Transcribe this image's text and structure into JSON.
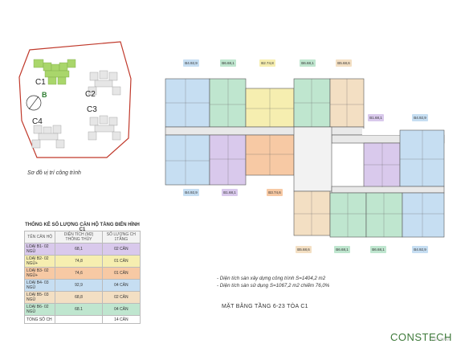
{
  "site_plan": {
    "buildings": [
      "C1",
      "C2",
      "C3",
      "C4"
    ],
    "direction_label": "B",
    "caption": "Sơ đồ vị trí công trình"
  },
  "stats_table": {
    "title": "THỐNG KÊ SỐ LƯỢNG CĂN HỘ TẦNG ĐIỂN HÌNH C1",
    "headers": [
      "TÊN CĂN HỘ",
      "DIỆN TÍCH (M2) THÔNG THỦY",
      "SỐ LƯỢNG CH 1TẦNG"
    ],
    "rows": [
      {
        "name": "LOẠI B1- 02 NGỦ",
        "area": "68,1",
        "count": "02 CĂN",
        "color": "#d9c9ec"
      },
      {
        "name": "LOẠI B2- 02 NGỦ+",
        "area": "74,8",
        "count": "01 CĂN",
        "color": "#f6eeb0"
      },
      {
        "name": "LOẠI B3- 02 NGỦ+",
        "area": "74,6",
        "count": "01 CĂN",
        "color": "#f7c9a4"
      },
      {
        "name": "LOẠI B4- 03 NGỦ",
        "area": "92,9",
        "count": "04 CĂN",
        "color": "#c6def2"
      },
      {
        "name": "LOẠI B5- 03 NGỦ",
        "area": "68,8",
        "count": "02 CĂN",
        "color": "#f3dfc3"
      },
      {
        "name": "LOẠI B6- 02 NGỦ",
        "area": "68.1",
        "count": "04 CĂN",
        "color": "#bfe6cf"
      }
    ],
    "total_label": "TỔNG SỐ CH",
    "total_count": "14 CĂN"
  },
  "unit_tags": {
    "top": [
      "B4.92,9",
      "B6.68,1",
      "B2.74,8",
      "B6.68,1",
      "B5.68,6"
    ],
    "right_top": [
      "B1.68,1",
      "B4.92,9"
    ],
    "left_mid": [
      "B4.92,9",
      "B1.68,1",
      "B3.74,6"
    ],
    "bottom": [
      "B5.68,6",
      "B6.68,1",
      "B6.68,1",
      "B4.92,9"
    ]
  },
  "notes": [
    "- Diện tích sàn xây dựng công trình S=1404,2 m2",
    "- Diện tích sàn sử dụng S=1067,2 m2 chiếm 76,0%"
  ],
  "floor_title": "MẶT BẰNG TẦNG 6-23 TÒA C1",
  "brand": "CONSTECH",
  "brand_sub": "VIET NAM",
  "colors": {
    "B1": "#d9c9ec",
    "B2": "#f6eeb0",
    "B3": "#f7c9a4",
    "B4": "#c6def2",
    "B5": "#f3dfc3",
    "B6": "#bfe6cf",
    "site_border": "#c0392b",
    "brand": "#3e7a3a"
  }
}
